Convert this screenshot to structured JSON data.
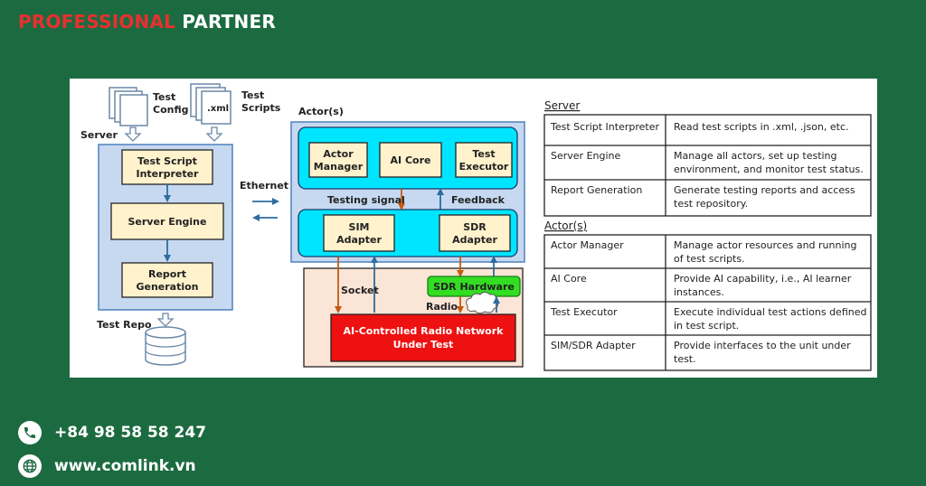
{
  "brand": {
    "part1": "PROFESSIONAL",
    "part2": "PARTNER"
  },
  "diagram": {
    "inputs": {
      "test_config": [
        "Test",
        "Config"
      ],
      "test_scripts": [
        "Test",
        "Scripts"
      ],
      "xml": ".xml"
    },
    "server": {
      "label": "Server",
      "blocks": {
        "interpreter": [
          "Test Script",
          "Interpreter"
        ],
        "engine": "Server Engine",
        "report": [
          "Report",
          "Generation"
        ]
      },
      "repo": "Test Repo"
    },
    "ethernet": "Ethernet",
    "actors": {
      "label": "Actor(s)",
      "blocks": {
        "manager": [
          "Actor",
          "Manager"
        ],
        "ai_core": "AI Core",
        "executor": [
          "Test",
          "Executor"
        ],
        "sim": [
          "SIM",
          "Adapter"
        ],
        "sdr": [
          "SDR",
          "Adapter"
        ]
      },
      "testing_signal": "Testing signal",
      "feedback": "Feedback"
    },
    "socket": "Socket",
    "radio": "Radio",
    "sdr_hardware": "SDR Hardware",
    "network": [
      "AI-Controlled Radio Network",
      "Under Test"
    ]
  },
  "tables": {
    "server": {
      "heading": "Server",
      "rows": [
        {
          "name": "Test Script Interpreter",
          "desc": [
            "Read test scripts in .xml, .json, etc."
          ]
        },
        {
          "name": "Server Engine",
          "desc": [
            "Manage all actors, set up testing",
            "environment, and monitor test status."
          ]
        },
        {
          "name": "Report Generation",
          "desc": [
            "Generate testing reports and access",
            "test repository."
          ]
        }
      ]
    },
    "actors": {
      "heading": "Actor(s)",
      "rows": [
        {
          "name": "Actor Manager",
          "desc": [
            "Manage actor resources and running",
            "of test scripts."
          ]
        },
        {
          "name": "AI Core",
          "desc": [
            "Provide AI capability, i.e., AI learner",
            "instances."
          ]
        },
        {
          "name": "Test Executor",
          "desc": [
            "Execute individual test actions defined",
            "in test script."
          ]
        },
        {
          "name": "SIM/SDR Adapter",
          "desc": [
            "Provide interfaces to the unit under",
            "test."
          ]
        }
      ]
    }
  },
  "contact": {
    "phone": "+84 98 58 58 247",
    "website": "www.comlink.vn"
  },
  "colors": {
    "background": "#1c6b40",
    "brand_red": "#e8302f",
    "server_fill": "#c6d9f1",
    "block_fill": "#fff2cc",
    "actor_fill": "#00e5ff",
    "sdr_hw_fill": "#33dd22",
    "network_fill": "#ee1111",
    "arrow_blue": "#2e6c9f",
    "arrow_orange": "#c55a11"
  }
}
